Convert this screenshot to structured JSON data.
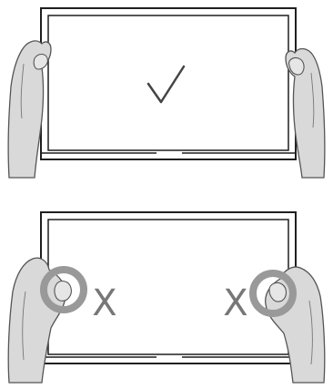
{
  "panels": [
    {
      "id": "correct",
      "mark": "✓",
      "mark_color": "#444444"
    },
    {
      "id": "incorrect",
      "marks": [
        "X",
        "X"
      ],
      "mark_color": "#777777",
      "circle_color": "#999999"
    }
  ],
  "colors": {
    "stroke": "#1f1f1f",
    "hand_fill": "#d9d9d9",
    "hand_stroke": "#555555"
  }
}
